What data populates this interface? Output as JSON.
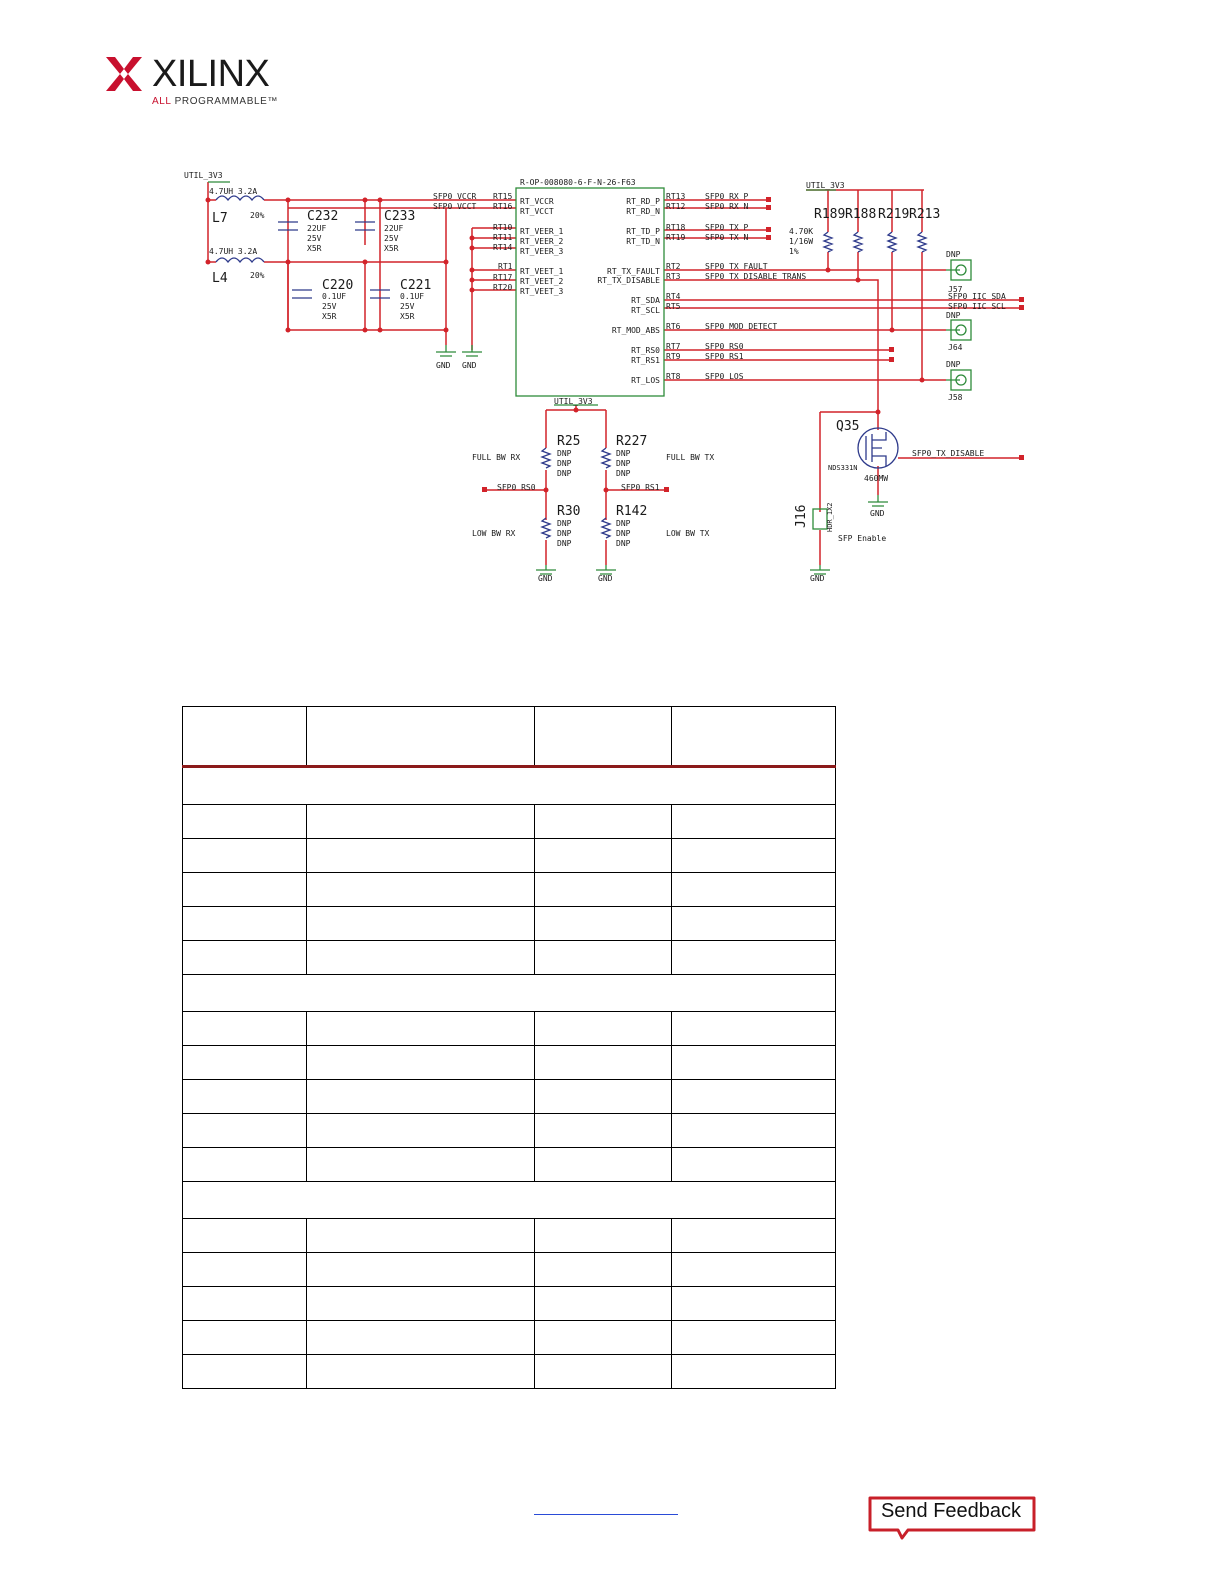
{
  "logo": {
    "wordmark": "XILINX",
    "tagline_prefix": "ALL",
    "tagline_rest": "PROGRAMMABLE",
    "tm": "™"
  },
  "schematic": {
    "labels": {
      "util_3v3_left": "UTIL_3V3",
      "l7_val": "4.7UH  3.2A",
      "l7_name": "L7",
      "l7_tol": "20%",
      "l4_val": "4.7UH  3.2A",
      "l4_name": "L4",
      "l4_tol": "20%",
      "c232": "C232",
      "c232_v1": "22UF",
      "c232_v2": "25V",
      "c232_v3": "X5R",
      "c233": "C233",
      "c233_v1": "22UF",
      "c233_v2": "25V",
      "c233_v3": "X5R",
      "c220": "C220",
      "c220_v1": "0.1UF",
      "c220_v2": "25V",
      "c220_v3": "X5R",
      "c221": "C221",
      "c221_v1": "0.1UF",
      "c221_v2": "25V",
      "c221_v3": "X5R",
      "gnd1": "GND",
      "gnd2": "GND",
      "net_vccr": "SFP0 VCCR",
      "net_vcct": "SFP0 VCCT",
      "ic_part": "R-OP-008080-6-F-N-26-F63",
      "p_rt15": "RT15",
      "p_rt16": "RT16",
      "p_rt10": "RT10",
      "p_rt11": "RT11",
      "p_rt14": "RT14",
      "p_rt1": "RT1",
      "p_rt17": "RT17",
      "p_rt20": "RT20",
      "l_vccr": "RT_VCCR",
      "l_vcct": "RT_VCCT",
      "l_veer1": "RT_VEER_1",
      "l_veer2": "RT_VEER_2",
      "l_veer3": "RT_VEER_3",
      "l_veet1": "RT_VEET_1",
      "l_veet2": "RT_VEET_2",
      "l_veet3": "RT_VEET_3",
      "r_rdp": "RT_RD_P",
      "r_rdn": "RT_RD_N",
      "r_tdp": "RT_TD_P",
      "r_tdn": "RT_TD_N",
      "r_fault": "RT_TX_FAULT",
      "r_disable": "RT_TX_DISABLE",
      "r_sda": "RT_SDA",
      "r_scl": "RT_SCL",
      "r_modabs": "RT_MOD_ABS",
      "r_rs0": "RT_RS0",
      "r_rs1": "RT_RS1",
      "r_los": "RT_LOS",
      "p_rt13": "RT13",
      "p_rt12": "RT12",
      "p_rt18": "RT18",
      "p_rt19": "RT19",
      "p_rt2": "RT2",
      "p_rt3": "RT3",
      "p_rt4": "RT4",
      "p_rt5": "RT5",
      "p_rt6": "RT6",
      "p_rt7": "RT7",
      "p_rt9": "RT9",
      "p_rt8": "RT8",
      "n_rxp": "SFP0 RX P",
      "n_rxn": "SFP0 RX N",
      "n_txp": "SFP0 TX P",
      "n_txn": "SFP0 TX N",
      "n_fault": "SFP0 TX FAULT",
      "n_distrans": "SFP0 TX DISABLE TRANS",
      "n_sda": "SFP0 IIC SDA",
      "n_scl": "SFP0 IIC SCL",
      "n_moddet": "SFP0 MOD DETECT",
      "n_rs0": "SFP0 RS0",
      "n_rs1": "SFP0 RS1",
      "n_los": "SFP0 LOS",
      "util_3v3_right": "UTIL_3V3",
      "r189": "R189",
      "r188": "R188",
      "r219": "R219",
      "r213": "R213",
      "rpack_v1": "4.70K",
      "rpack_v2": "1/16W",
      "rpack_v3": "1%",
      "dnp_a": "DNP",
      "j57": "J57",
      "dnp_b": "DNP",
      "j64": "J64",
      "dnp_c": "DNP",
      "j58": "J58",
      "util_3v3_bottom": "UTIL_3V3",
      "r25": "R25",
      "r227": "R227",
      "r30": "R30",
      "r142": "R142",
      "dnp": "DNP",
      "full_bw_rx": "FULL BW RX",
      "full_bw_tx": "FULL BW TX",
      "low_bw_rx": "LOW BW RX",
      "low_bw_tx": "LOW BW TX",
      "sfp0_rs0": "SFP0 RS0",
      "sfp0_rs1": "SFP0 RS1",
      "gnd3": "GND",
      "gnd4": "GND",
      "q35": "Q35",
      "q35_part": "NDS331N",
      "q35_pwr": "460MW",
      "sfp0_tx_disable": "SFP0_TX_DISABLE",
      "gnd5": "GND",
      "j16": "J16",
      "j16_part": "HDR_1X2",
      "sfp_enable": "SFP Enable",
      "gnd6": "GND"
    }
  },
  "table": {
    "columns": 4,
    "group_after_header": 1,
    "rows_per_group": 5,
    "groups": 3
  },
  "footer": {
    "feedback_label": "Send Feedback"
  },
  "colors": {
    "wire": "#d2232a",
    "ic_outline": "#2e8b3a",
    "accent": "#8b1a1a",
    "brand": "#c8102e",
    "link": "#2a4bd7"
  }
}
